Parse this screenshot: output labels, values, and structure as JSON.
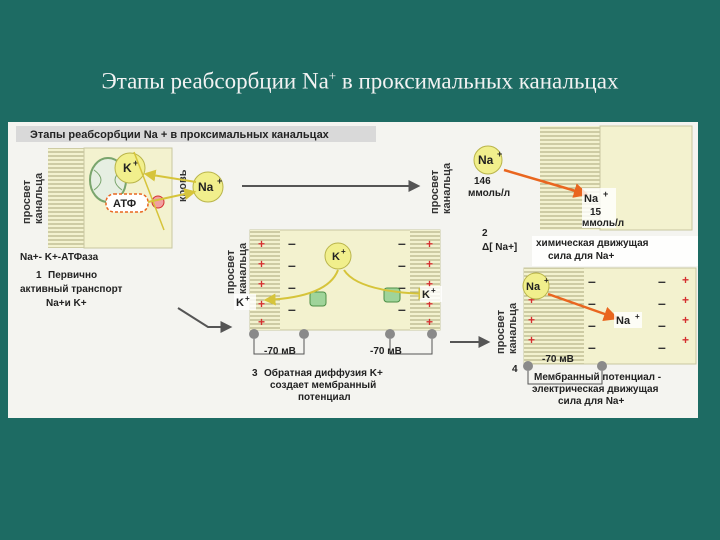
{
  "slide": {
    "title_main": "Этапы реабсорбции Na",
    "title_sup": "+",
    "title_rest": " в проксимальных канальцах"
  },
  "figure": {
    "header": "Этапы реабсорбции Na + в проксимальных канальцах",
    "lumen_label_line1": "просвет",
    "lumen_label_line2": "канальца",
    "blood_label": "кровь",
    "k_ion": "K",
    "na_ion": "Na",
    "plus": "+",
    "atp": "АТФ",
    "atpase": "Na+- K+-АТФаза",
    "step1_number": "1",
    "step1_line1": "Первично",
    "step1_line2": "активный транспорт",
    "step1_line3": "Na+и K+",
    "step2_number": "2",
    "na_conc_high": "146",
    "na_conc_low": "15",
    "conc_unit": "ммоль/л",
    "delta_na": "Δ[ Na+]",
    "chem_force_line1": "химическая движущая",
    "chem_force_line2": "сила для Na+",
    "membrane_potential": "-70 мВ",
    "step3_number": "3",
    "step3_line1": "Обратная диффузия K+",
    "step3_line2": "создает мембранный",
    "step3_line3": "потенциал",
    "step4_number": "4",
    "step4_line1": "Мембранный потенциал -",
    "step4_line2": "электрическая движущая",
    "step4_line3": "сила для Na+"
  },
  "colors": {
    "background": "#1d6b63",
    "ion_fill": "#f1ef8c",
    "cell_fill": "#f3f2cf",
    "arrow_orange": "#e9661f",
    "plus_red": "#d43030",
    "electrode_gray": "#8a8a8a"
  }
}
